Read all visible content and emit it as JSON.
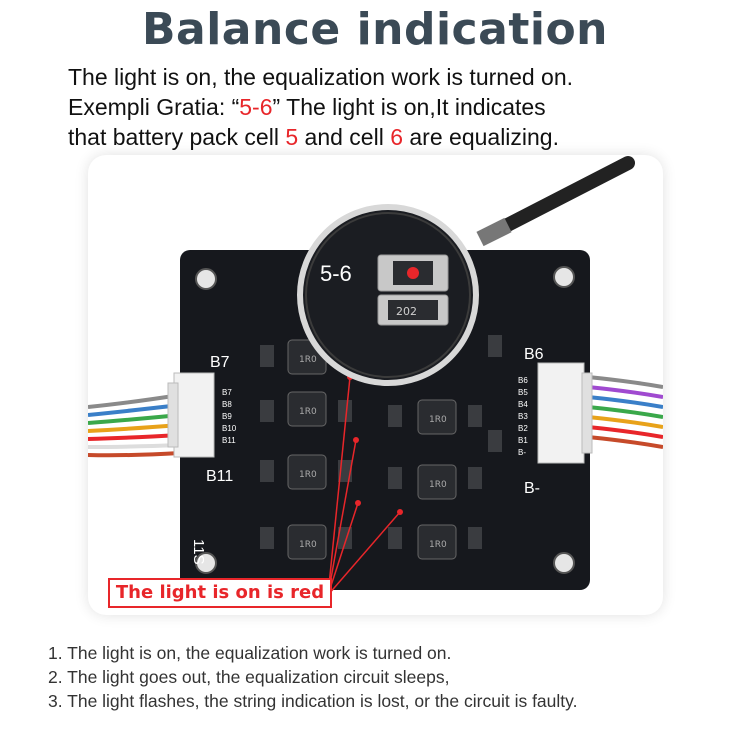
{
  "title": "Balance indication",
  "intro": {
    "line1": "The light is on, the equalization work is turned on.",
    "line2_prefix": "Exempli Gratia:  “",
    "line2_highlight": "5-6",
    "line2_suffix": "” The light is on,It indicates",
    "line3_prefix": "that battery pack cell ",
    "line3_cell_a": "5",
    "line3_mid": " and cell ",
    "line3_cell_b": "6",
    "line3_suffix": " are equalizing."
  },
  "board": {
    "left_connector_top_label": "B7",
    "left_connector_bottom_label": "B11",
    "left_pins": [
      "B7",
      "B8",
      "B9",
      "B10",
      "B11"
    ],
    "right_connector_top_label": "B6",
    "right_connector_bottom_label": "B-",
    "right_pins": [
      "B6",
      "B5",
      "B4",
      "B3",
      "B2",
      "B1",
      "B-"
    ],
    "model_label": "11S",
    "inductor_text": "1R0",
    "magnified_label": "5-6",
    "resistor_code": "202",
    "led_color": "#e8262a",
    "board_color": "#16181d"
  },
  "callout": "The light is on is red",
  "notes": [
    "1. The light is on, the equalization work is turned on.",
    "2. The light goes out, the equalization circuit sleeps,",
    "3. The light flashes, the string indication is lost, or the circuit is faulty."
  ]
}
